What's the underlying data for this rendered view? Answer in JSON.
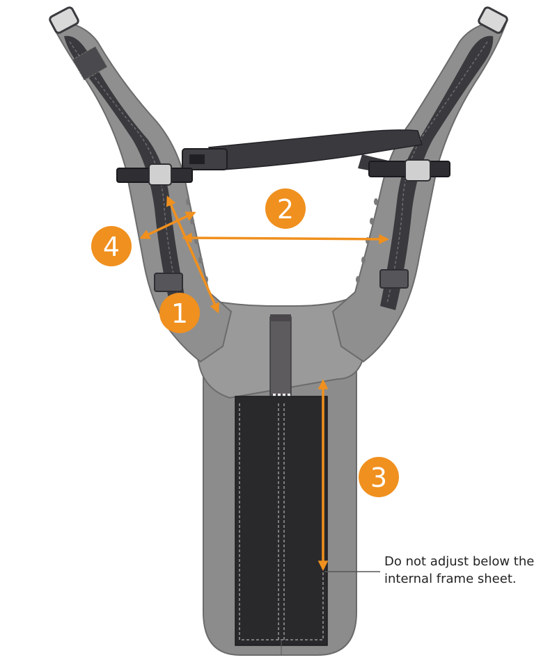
{
  "callouts": [
    {
      "number": "1"
    },
    {
      "number": "2"
    },
    {
      "number": "3"
    },
    {
      "number": "4"
    }
  ],
  "note": {
    "line1": "Do not adjust below the",
    "line2": "internal frame sheet."
  },
  "colors": {
    "accent": "#f0901e",
    "harness": "#8c8c8c",
    "harness_light": "#a6a6a6",
    "strap": "#3a3a3e",
    "frame_sheet": "#29292c",
    "outline": "#6b6b6b"
  }
}
